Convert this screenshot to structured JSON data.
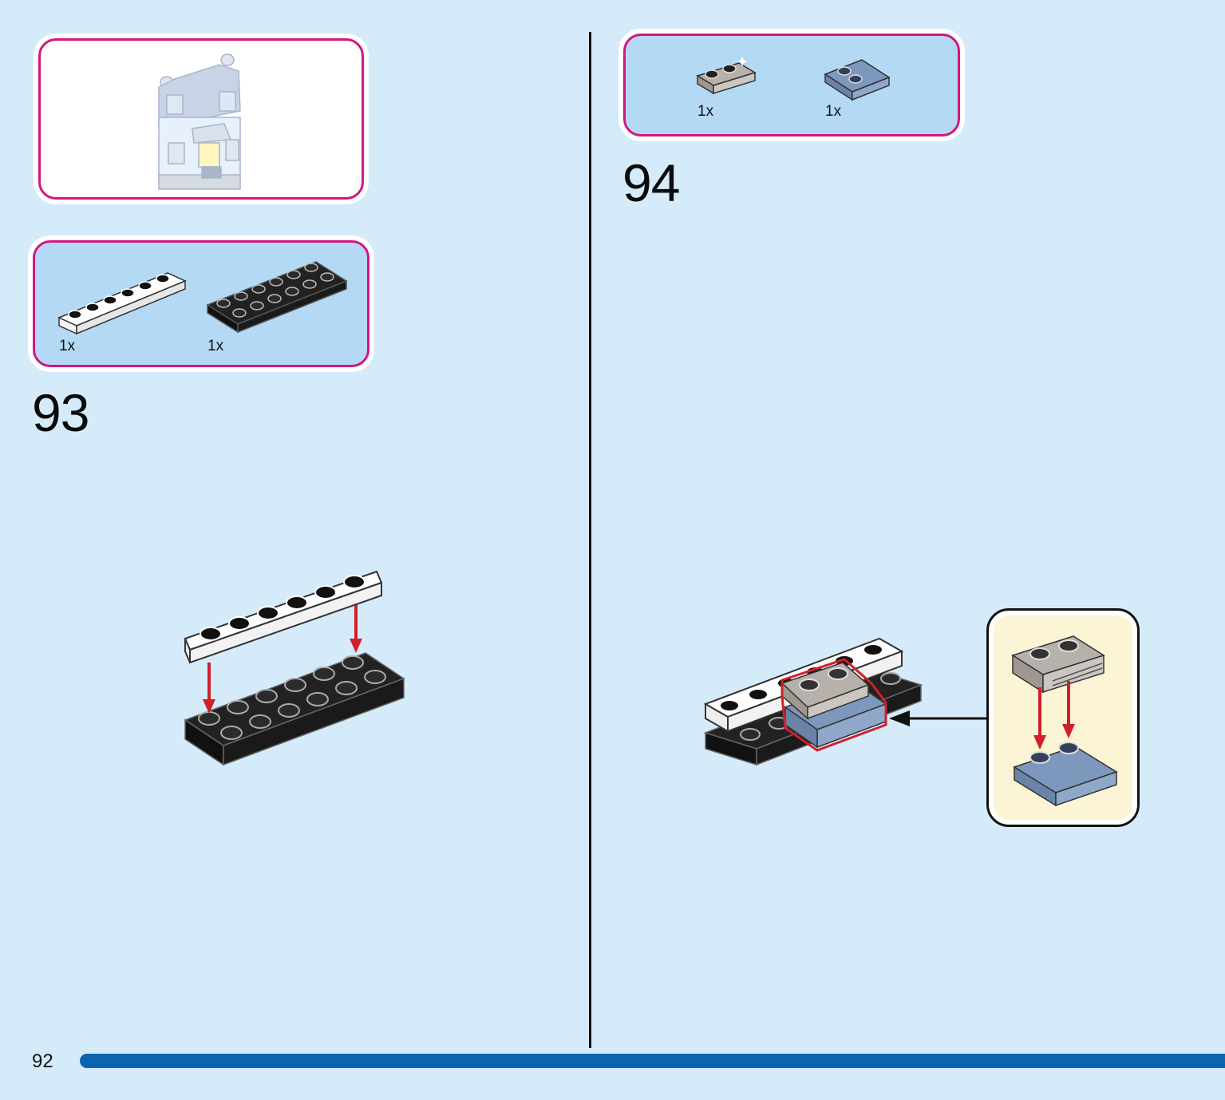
{
  "page": {
    "number": "92"
  },
  "steps": [
    {
      "number": "93",
      "parts": [
        {
          "qty": "1x",
          "name": "white 1x6 plate"
        },
        {
          "qty": "1x",
          "name": "black 2x6 plate"
        }
      ]
    },
    {
      "number": "94",
      "parts": [
        {
          "qty": "1x",
          "name": "silver 1x2 grille tile"
        },
        {
          "qty": "1x",
          "name": "sand blue 2x2 tile with 2 studs"
        }
      ]
    }
  ],
  "colors": {
    "background": "#d5ebfa",
    "frame_border": "#d4167f",
    "parts_box": "#b4d9f5",
    "callout_bg": "#fbf5d6",
    "arrow_red": "#d0202a",
    "progress_bar": "#0c64b1",
    "brick_black": "#222222",
    "brick_white": "#ffffff",
    "brick_silver": "#b8b0aa",
    "brick_sandblue": "#7e98bd"
  }
}
